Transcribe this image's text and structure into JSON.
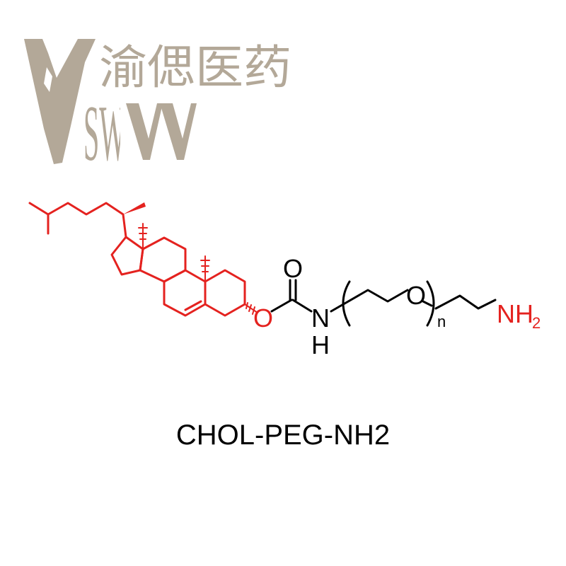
{
  "colors": {
    "logo": "#b3a898",
    "highlight": "#e4221f",
    "bond": "#000000",
    "background": "#ffffff"
  },
  "logo": {
    "company_name": "渝偲医药",
    "letters": "SW"
  },
  "structure": {
    "carbonyl_oxygen": "O",
    "ester_oxygen": "O",
    "amide_nitrogen": "N",
    "amide_hydrogen": "H",
    "peg_oxygen": "O",
    "repeat_subscript": "n",
    "amine_label": "NH",
    "amine_subscript": "2"
  },
  "caption": "CHOL-PEG-NH2"
}
